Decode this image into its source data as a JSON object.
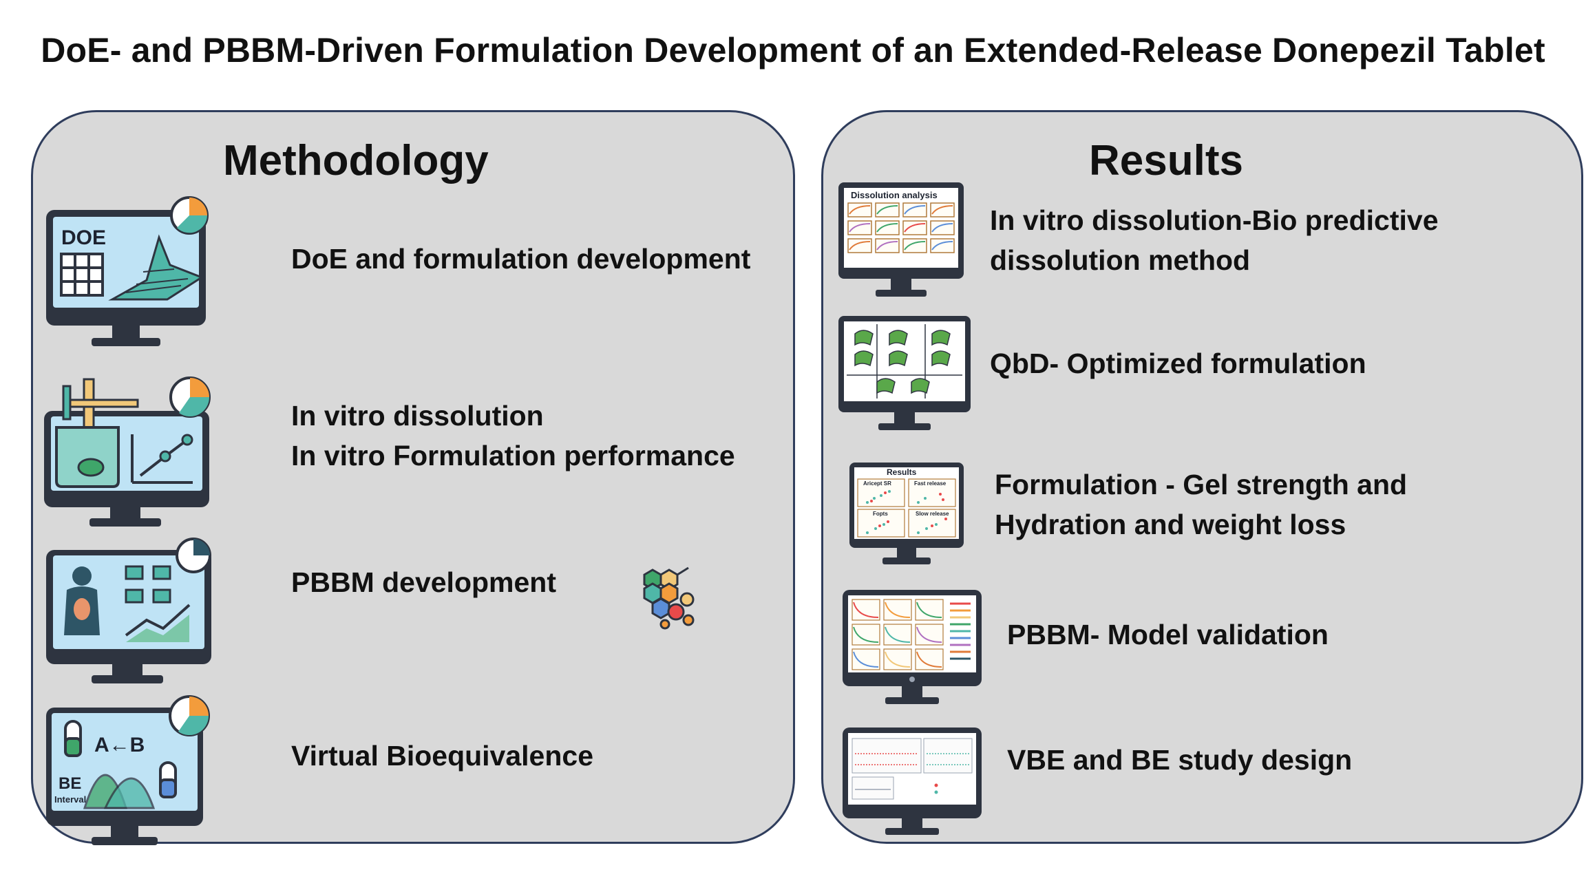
{
  "title": "DoE- and PBBM-Driven Formulation Development of an Extended-Release Donepezil Tablet",
  "methodology": {
    "title": "Methodology",
    "items": [
      {
        "lines": [
          "DoE and formulation development"
        ],
        "icon": "doe-monitor-icon",
        "icon_text": "DOE"
      },
      {
        "lines": [
          "In vitro dissolution",
          "In vitro Formulation performance"
        ],
        "icon": "dissolution-monitor-icon"
      },
      {
        "lines": [
          "PBBM development"
        ],
        "icon": "pbbm-monitor-icon"
      },
      {
        "lines": [
          "Virtual Bioequivalence"
        ],
        "icon": "bioequivalence-monitor-icon",
        "icon_text_ab": "A←B",
        "icon_text_be": "BE",
        "icon_text_interval": "Interval"
      }
    ]
  },
  "results": {
    "title": "Results",
    "items": [
      {
        "lines": [
          "In vitro dissolution-Bio predictive",
          "dissolution method"
        ],
        "icon": "dissolution-analysis-monitor-icon",
        "icon_text": "Dissolution analysis"
      },
      {
        "lines": [
          "QbD- Optimized formulation"
        ],
        "icon": "surface-plots-monitor-icon"
      },
      {
        "lines": [
          "Formulation - Gel strength  and",
          "Hydration and weight loss"
        ],
        "icon": "results-monitor-icon",
        "icon_text": "Results",
        "icon_labels": [
          "Aricept SR",
          "Fast release",
          "Fopts",
          "Slow release"
        ]
      },
      {
        "lines": [
          "PBBM- Model validation"
        ],
        "icon": "model-validation-monitor-icon"
      },
      {
        "lines": [
          "VBE and BE study design"
        ],
        "icon": "be-design-monitor-icon"
      }
    ]
  },
  "colors": {
    "panel_bg": "#d9d9d9",
    "panel_border": "#2f3d5c",
    "screen_blue": "#bfe3f5",
    "monitor_dark": "#2e3440",
    "accent_teal": "#4fb7a8",
    "accent_orange": "#f39c3c",
    "accent_green": "#3fa66a"
  }
}
